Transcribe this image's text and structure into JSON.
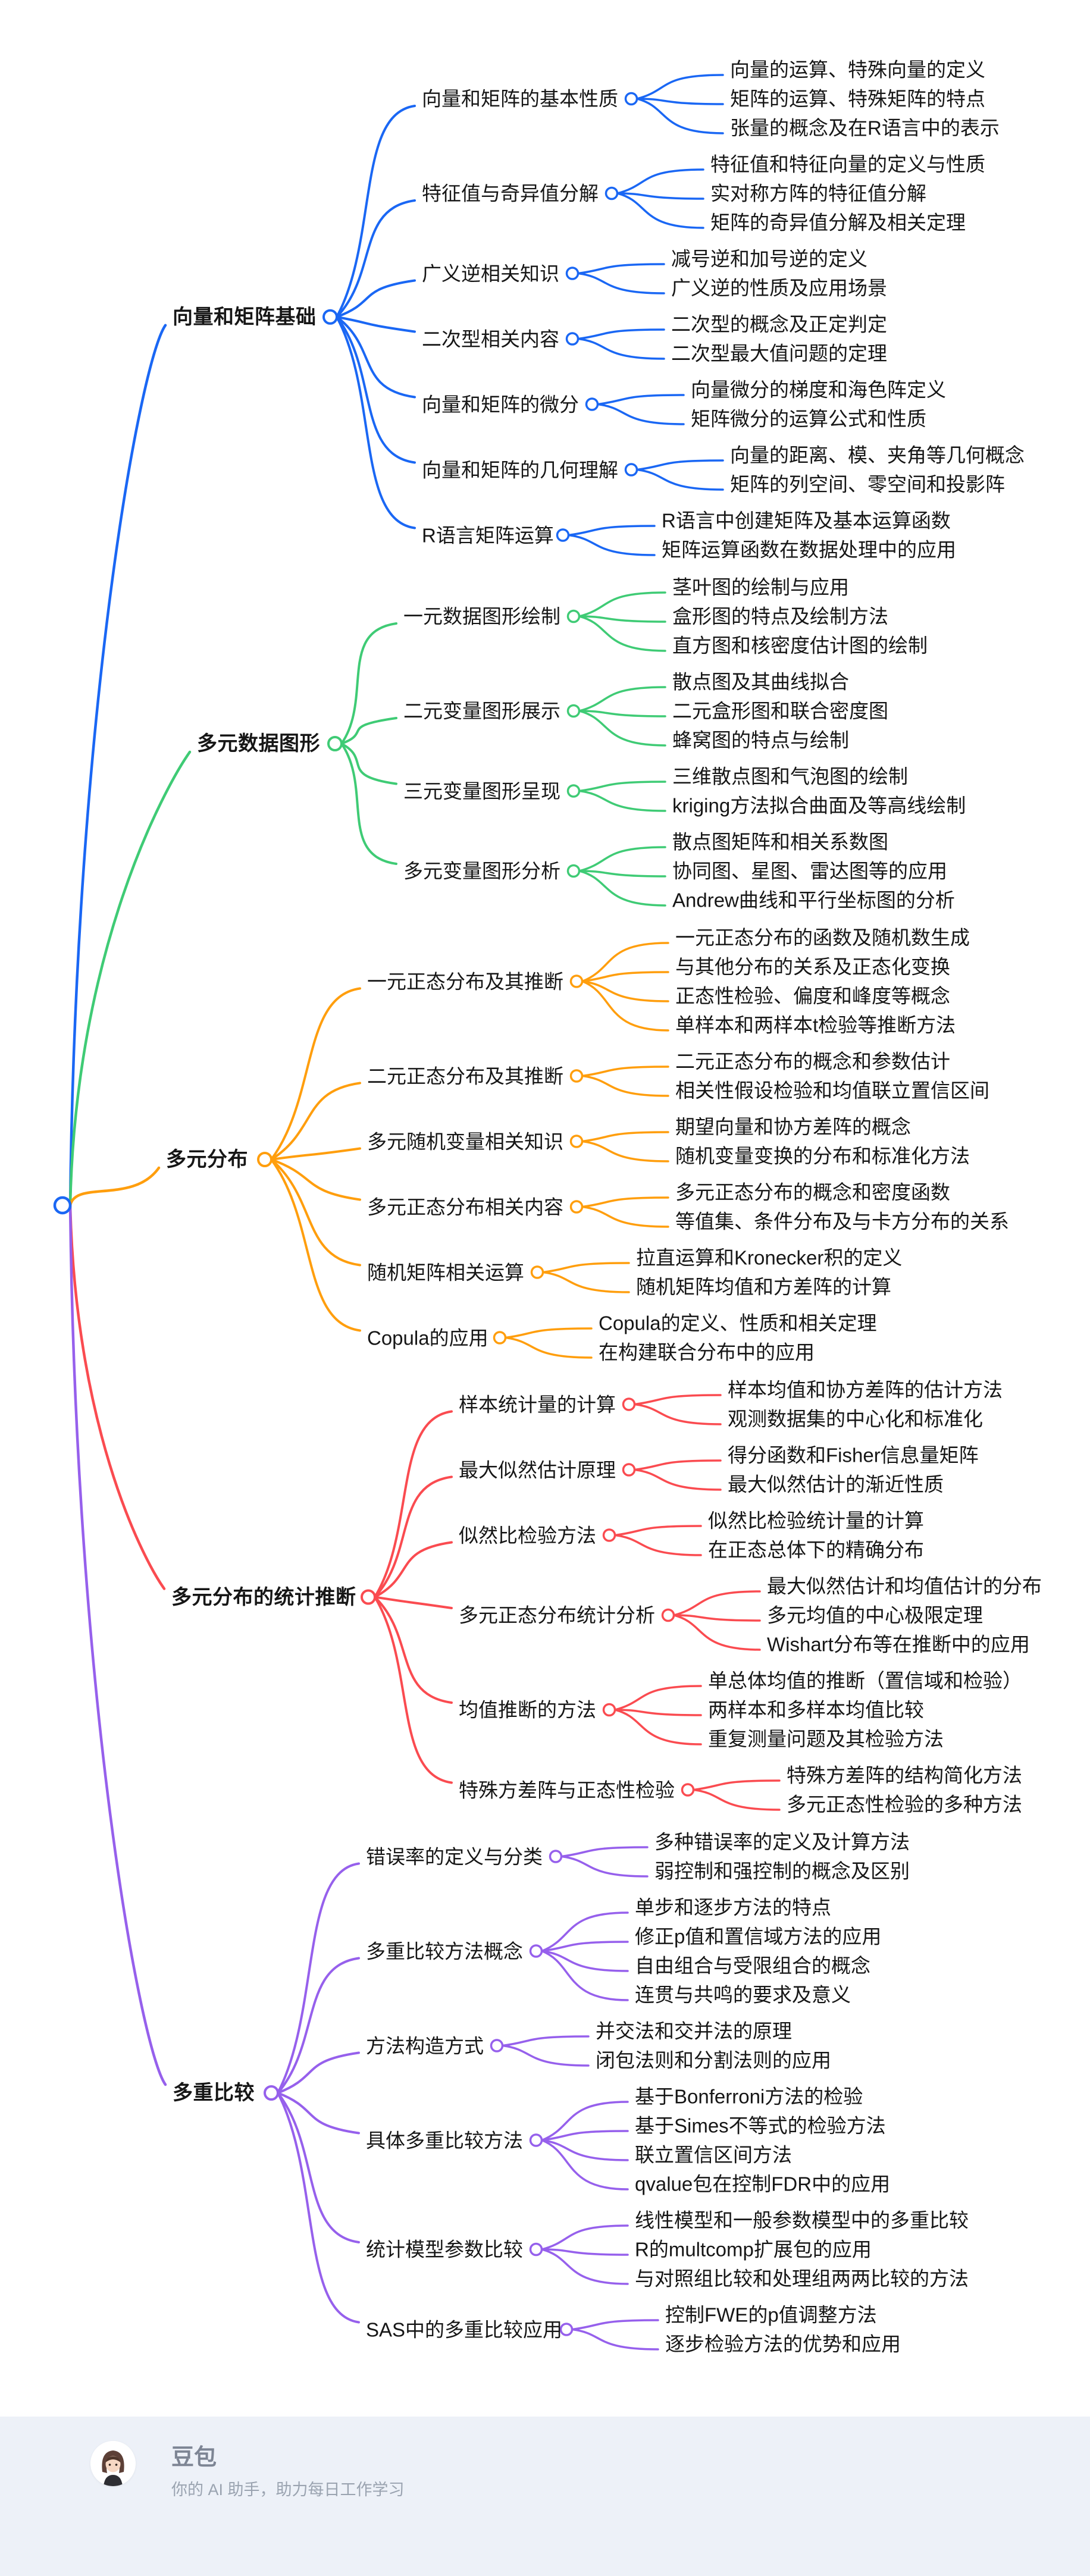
{
  "colors": {
    "branch1": "#1a67f4",
    "branch2": "#3fcb75",
    "branch3": "#ff9e0d",
    "branch4": "#fa4b50",
    "branch5": "#9660ec",
    "text": "#161616",
    "footer_bg": "#edf1f8"
  },
  "branches": [
    {
      "label": "向量和矩阵基础",
      "color": "#1a67f4",
      "children": [
        {
          "label": "向量和矩阵的基本性质",
          "leaves": [
            "向量的运算、特殊向量的定义",
            "矩阵的运算、特殊矩阵的特点",
            "张量的概念及在R语言中的表示"
          ]
        },
        {
          "label": "特征值与奇异值分解",
          "leaves": [
            "特征值和特征向量的定义与性质",
            "实对称方阵的特征值分解",
            "矩阵的奇异值分解及相关定理"
          ]
        },
        {
          "label": "广义逆相关知识",
          "leaves": [
            "减号逆和加号逆的定义",
            "广义逆的性质及应用场景"
          ]
        },
        {
          "label": "二次型相关内容",
          "leaves": [
            "二次型的概念及正定判定",
            "二次型最大值问题的定理"
          ]
        },
        {
          "label": "向量和矩阵的微分",
          "leaves": [
            "向量微分的梯度和海色阵定义",
            "矩阵微分的运算公式和性质"
          ]
        },
        {
          "label": "向量和矩阵的几何理解",
          "leaves": [
            "向量的距离、模、夹角等几何概念",
            "矩阵的列空间、零空间和投影阵"
          ]
        },
        {
          "label": "R语言矩阵运算",
          "leaves": [
            "R语言中创建矩阵及基本运算函数",
            "矩阵运算函数在数据处理中的应用"
          ]
        }
      ]
    },
    {
      "label": "多元数据图形",
      "color": "#3fcb75",
      "children": [
        {
          "label": "一元数据图形绘制",
          "leaves": [
            "茎叶图的绘制与应用",
            "盒形图的特点及绘制方法",
            "直方图和核密度估计图的绘制"
          ]
        },
        {
          "label": "二元变量图形展示",
          "leaves": [
            "散点图及其曲线拟合",
            "二元盒形图和联合密度图",
            "蜂窝图的特点与绘制"
          ]
        },
        {
          "label": "三元变量图形呈现",
          "leaves": [
            "三维散点图和气泡图的绘制",
            "kriging方法拟合曲面及等高线绘制"
          ]
        },
        {
          "label": "多元变量图形分析",
          "leaves": [
            "散点图矩阵和相关系数图",
            "协同图、星图、雷达图等的应用",
            "Andrew曲线和平行坐标图的分析"
          ]
        }
      ]
    },
    {
      "label": "多元分布",
      "color": "#ff9e0d",
      "children": [
        {
          "label": "一元正态分布及其推断",
          "leaves": [
            "一元正态分布的函数及随机数生成",
            "与其他分布的关系及正态化变换",
            "正态性检验、偏度和峰度等概念",
            "单样本和两样本t检验等推断方法"
          ]
        },
        {
          "label": "二元正态分布及其推断",
          "leaves": [
            "二元正态分布的概念和参数估计",
            "相关性假设检验和均值联立置信区间"
          ]
        },
        {
          "label": "多元随机变量相关知识",
          "leaves": [
            "期望向量和协方差阵的概念",
            "随机变量变换的分布和标准化方法"
          ]
        },
        {
          "label": "多元正态分布相关内容",
          "leaves": [
            "多元正态分布的概念和密度函数",
            "等值集、条件分布及与卡方分布的关系"
          ]
        },
        {
          "label": "随机矩阵相关运算",
          "leaves": [
            "拉直运算和Kronecker积的定义",
            "随机矩阵均值和方差阵的计算"
          ]
        },
        {
          "label": "Copula的应用",
          "leaves": [
            "Copula的定义、性质和相关定理",
            "在构建联合分布中的应用"
          ]
        }
      ]
    },
    {
      "label": "多元分布的统计推断",
      "color": "#fa4b50",
      "children": [
        {
          "label": "样本统计量的计算",
          "leaves": [
            "样本均值和协方差阵的估计方法",
            "观测数据集的中心化和标准化"
          ]
        },
        {
          "label": "最大似然估计原理",
          "leaves": [
            "得分函数和Fisher信息量矩阵",
            "最大似然估计的渐近性质"
          ]
        },
        {
          "label": "似然比检验方法",
          "leaves": [
            "似然比检验统计量的计算",
            "在正态总体下的精确分布"
          ]
        },
        {
          "label": "多元正态分布统计分析",
          "leaves": [
            "最大似然估计和均值估计的分布",
            "多元均值的中心极限定理",
            "Wishart分布等在推断中的应用"
          ]
        },
        {
          "label": "均值推断的方法",
          "leaves": [
            "单总体均值的推断（置信域和检验）",
            "两样本和多样本均值比较",
            "重复测量问题及其检验方法"
          ]
        },
        {
          "label": "特殊方差阵与正态性检验",
          "leaves": [
            "特殊方差阵的结构简化方法",
            "多元正态性检验的多种方法"
          ]
        }
      ]
    },
    {
      "label": "多重比较",
      "color": "#9660ec",
      "children": [
        {
          "label": "错误率的定义与分类",
          "leaves": [
            "多种错误率的定义及计算方法",
            "弱控制和强控制的概念及区别"
          ]
        },
        {
          "label": "多重比较方法概念",
          "leaves": [
            "单步和逐步方法的特点",
            "修正p值和置信域方法的应用",
            "自由组合与受限组合的概念",
            "连贯与共鸣的要求及意义"
          ]
        },
        {
          "label": "方法构造方式",
          "leaves": [
            "并交法和交并法的原理",
            "闭包法则和分割法则的应用"
          ]
        },
        {
          "label": "具体多重比较方法",
          "leaves": [
            "基于Bonferroni方法的检验",
            "基于Simes不等式的检验方法",
            "联立置信区间方法",
            "qvalue包在控制FDR中的应用"
          ]
        },
        {
          "label": "统计模型参数比较",
          "leaves": [
            "线性模型和一般参数模型中的多重比较",
            "R的multcomp扩展包的应用",
            "与对照组比较和处理组两两比较的方法"
          ]
        },
        {
          "label": "SAS中的多重比较应用",
          "leaves": [
            "控制FWE的p值调整方法",
            "逐步检验方法的优势和应用"
          ]
        }
      ]
    }
  ],
  "footer": {
    "brand": "豆包",
    "tagline": "你的 AI 助手，助力每日工作学习"
  }
}
